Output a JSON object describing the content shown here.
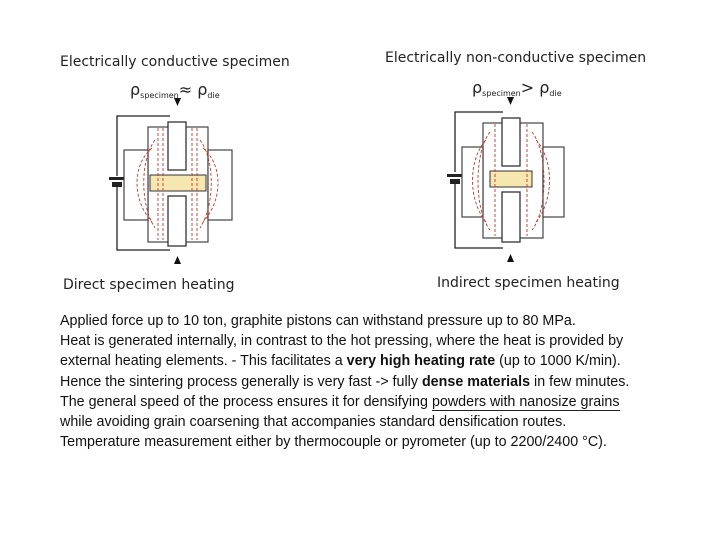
{
  "left_panel": {
    "title": "Electrically conductive specimen",
    "rho_left": "ρ",
    "rho_left_sub": "specimen",
    "rho_relation": "≈ ρ",
    "rho_right_sub": "die",
    "caption": "Direct specimen heating"
  },
  "right_panel": {
    "title": "Electrically non-conductive specimen",
    "rho_left": "ρ",
    "rho_left_sub": "specimen",
    "rho_relation": "> ρ",
    "rho_right_sub": "die",
    "caption": "Indirect specimen heating"
  },
  "text": {
    "line1": "Applied force up to 10 ton, graphite pistons can withstand pressure up to 80 MPa.",
    "line2": "Heat is generated internally, in contrast to the hot pressing, where the heat is provided by",
    "line3_a": "external heating elements. - This facilitates a ",
    "line3_b": "very high heating rate",
    "line3_c": " (up to 1000 K/min).",
    "line4_a": "Hence the sintering process generally is very fast -> fully ",
    "line4_b": "dense materials",
    "line4_c": " in few minutes.",
    "line5_a": "The general speed of the process ensures it for densifying ",
    "line5_b": "powders with nanosize grains",
    "line6": "while avoiding grain coarsening that accompanies standard densification routes.",
    "line7": "Temperature measurement either by thermocouple or pyrometer (up to 2200/2400 °C)."
  },
  "colors": {
    "current_lines": "#c0392b",
    "specimen": "#f6e7b0",
    "outline": "#333333"
  }
}
